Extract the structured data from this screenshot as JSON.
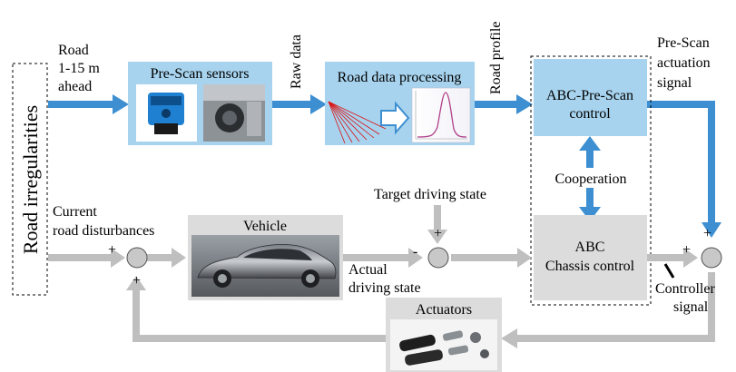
{
  "colors": {
    "blue_arrow": "#3d8fd1",
    "blue_box": "#a7d3ee",
    "gray_arrow": "#bfbfbf",
    "gray_box": "#dcdcdc",
    "junction_fill": "#c8c8c8"
  },
  "road_irregularities": "Road irregularities",
  "road_ahead": [
    "Road",
    "1-15 m",
    "ahead"
  ],
  "pre_scan_sensors": {
    "title": "Pre-Scan sensors",
    "images": [
      "laser-scanner-image",
      "camera-sensor-image"
    ]
  },
  "raw_data": "Raw data",
  "road_data_processing": {
    "title": "Road data processing",
    "images": [
      "laser-beams-image",
      "road-profile-plot-image"
    ]
  },
  "road_profile": "Road profile",
  "abc_prescan": [
    "ABC-Pre-Scan",
    "control"
  ],
  "prescan_signal": [
    "Pre-Scan",
    "actuation",
    "signal"
  ],
  "cooperation": "Cooperation",
  "target_driving_state": "Target driving state",
  "current_road": [
    "Current",
    "road disturbances"
  ],
  "vehicle": {
    "title": "Vehicle",
    "image": "sports-car-image"
  },
  "actual_driving_state": [
    "Actual",
    "driving state"
  ],
  "abc_chassis": [
    "ABC",
    "Chassis control"
  ],
  "controller_signal": [
    "Controller",
    "signal"
  ],
  "actuators": {
    "title": "Actuators",
    "image": "shock-absorbers-image"
  },
  "signs": {
    "plus": "+",
    "minus": "-"
  }
}
